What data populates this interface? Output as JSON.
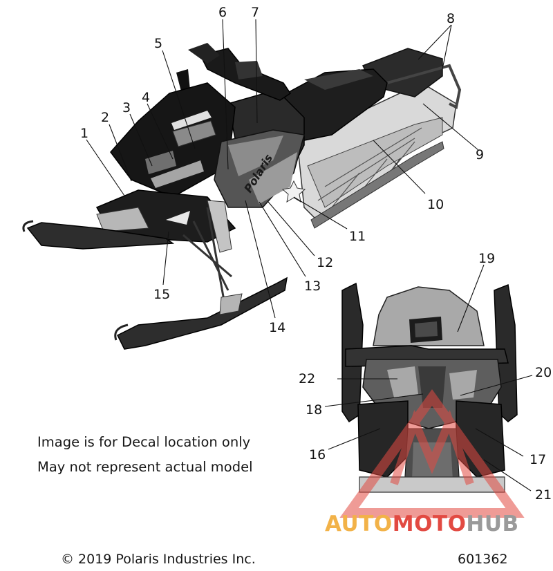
{
  "callouts": [
    {
      "n": "1"
    },
    {
      "n": "2"
    },
    {
      "n": "3"
    },
    {
      "n": "4"
    },
    {
      "n": "5"
    },
    {
      "n": "6"
    },
    {
      "n": "7"
    },
    {
      "n": "8"
    },
    {
      "n": "9"
    },
    {
      "n": "10"
    },
    {
      "n": "11"
    },
    {
      "n": "12"
    },
    {
      "n": "13"
    },
    {
      "n": "14"
    },
    {
      "n": "15"
    },
    {
      "n": "16"
    },
    {
      "n": "17"
    },
    {
      "n": "18"
    },
    {
      "n": "19"
    },
    {
      "n": "20"
    },
    {
      "n": "21"
    },
    {
      "n": "22"
    }
  ],
  "notes": {
    "line1": "Image is for Decal location only",
    "line2": "May not represent actual model"
  },
  "footer": {
    "copyright": "© 2019 Polaris Industries Inc.",
    "part_number": "601362"
  },
  "hood_decal_text": "Polaris",
  "watermark": {
    "part1": "AUTO",
    "part2": "MOTO",
    "part3": "HUB",
    "colors": {
      "auto": "#f2b248",
      "moto": "#e24a42",
      "hub": "#9a9a9a",
      "triangle": "#e24a42"
    }
  }
}
